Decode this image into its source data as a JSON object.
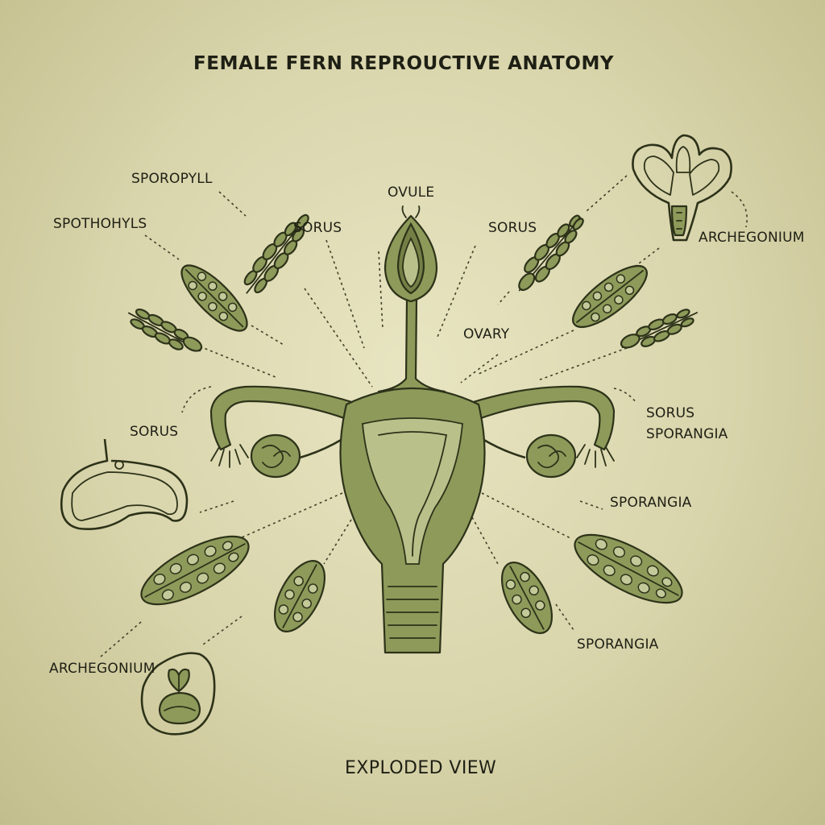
{
  "title": "FEMALE FERN REPROUCTIVE ANATOMY",
  "footer": "EXPLODED VIEW",
  "labels": {
    "sporopyll": "SPOROPYLL",
    "spothohyls": "SPOTHOHYLS",
    "sorus_upper_left": "SORUS",
    "ovule": "OVULE",
    "sorus_upper_right": "SORUS",
    "ovary": "OVARY",
    "archegonium_top": "ARCHEGONIUM",
    "sorus_left": "SORUS",
    "sorus_sporangia_right": "SORUS\nSPORANGIA",
    "sporangia_right": "SPORANGIA",
    "sporangia_lower_right": "SPORANGIA",
    "archegonium_bottom": "ARCHEGONIUM"
  }
}
